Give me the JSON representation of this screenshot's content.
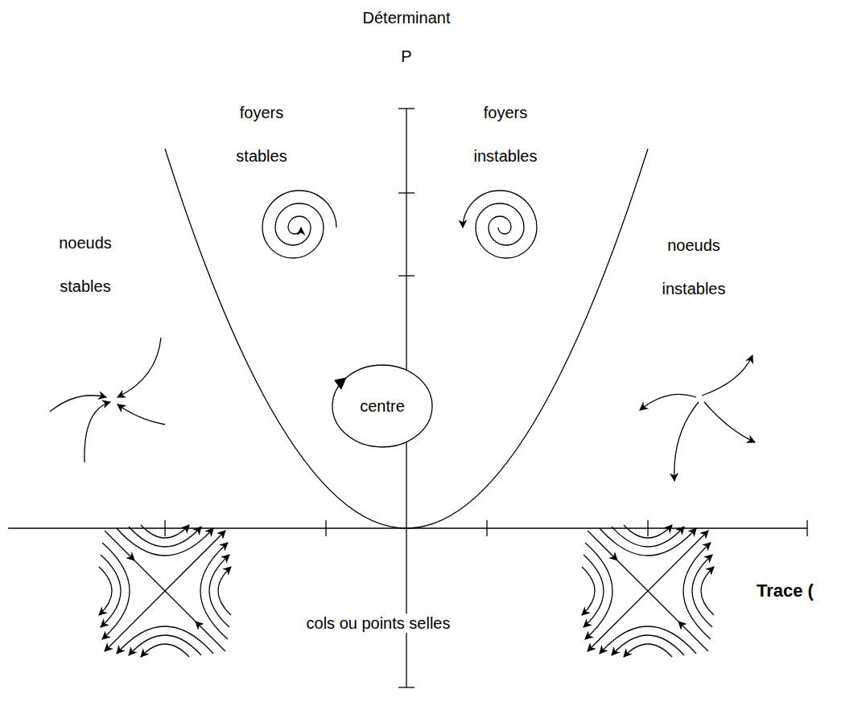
{
  "diagram": {
    "nodes": [
      {
        "text": [
          "centre"
        ]
      }
    ],
    "labels": [
      "Déterminant",
      "P",
      "foyers stables",
      "foyers instables",
      "noeuds stables",
      "noeuds instables",
      "cols ou points selles",
      "Trace ("
    ]
  }
}
